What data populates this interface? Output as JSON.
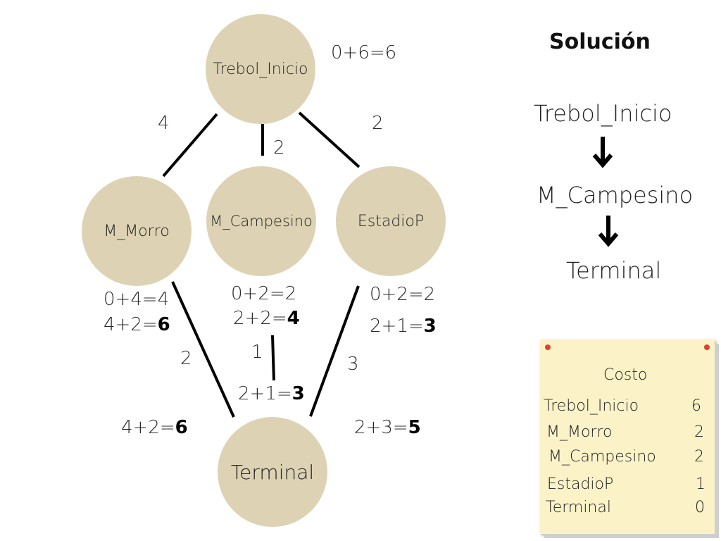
{
  "graph": {
    "nodes": {
      "trebol": "Trebol_Inicio",
      "morro": "M_Morro",
      "campesino": "M_Campesino",
      "estadio": "EstadioP",
      "terminal": "Terminal"
    },
    "edges": {
      "trebol_morro": "4",
      "trebol_campesino": "2",
      "trebol_estadio": "2",
      "morro_terminal": "2",
      "campesino_terminal": "1",
      "estadio_terminal": "3"
    },
    "calcs": {
      "trebol": "0+6=6",
      "morro_1": "0+4=4",
      "morro_2_prefix": "4+2=",
      "morro_2_bold": "6",
      "campesino_1": "0+2=2",
      "campesino_2_prefix": "2+2=",
      "campesino_2_bold": "4",
      "estadio_1": "0+2=2",
      "estadio_2_prefix": "2+1=",
      "estadio_2_bold": "3",
      "campesino_term_prefix": "2+1=",
      "campesino_term_bold": "3",
      "morro_term_prefix": "4+2=",
      "morro_term_bold": "6",
      "estadio_term_prefix": "2+3=",
      "estadio_term_bold": "5"
    }
  },
  "solution": {
    "title": "Solución",
    "steps": [
      "Trebol_Inicio",
      "M_Campesino",
      "Terminal"
    ]
  },
  "cost_table": {
    "header": "Costo",
    "rows": [
      {
        "name": "Trebol_Inicio",
        "value": "6"
      },
      {
        "name": "M_Morro",
        "value": "2"
      },
      {
        "name": "M_Campesino",
        "value": "2"
      },
      {
        "name": "EstadioP",
        "value": "1"
      },
      {
        "name": "Terminal",
        "value": "0"
      }
    ]
  },
  "colors": {
    "node_fill": "#ddd3b4",
    "note_fill": "#fbf2c8",
    "pin": "#e04030",
    "edge": "#000000"
  }
}
